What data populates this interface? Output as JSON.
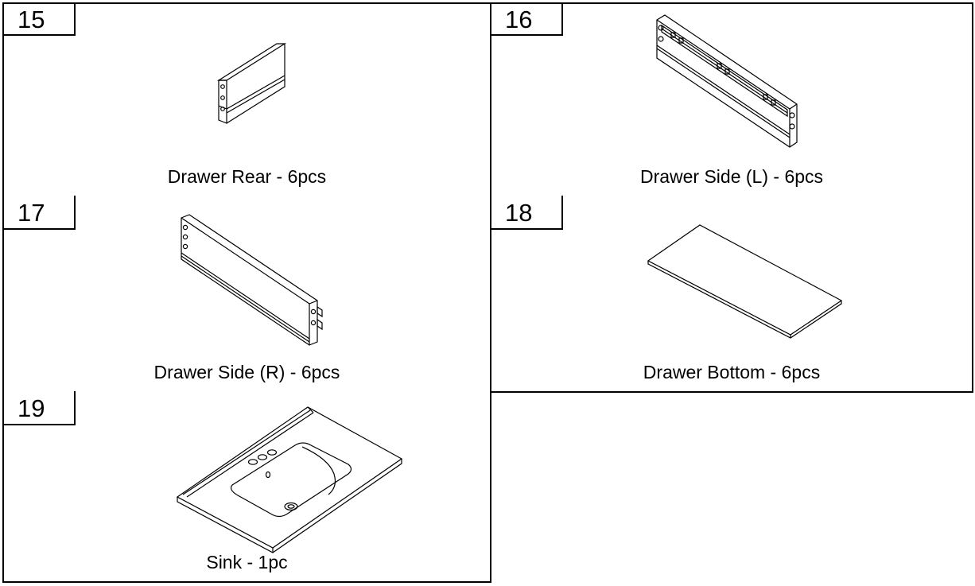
{
  "parts": [
    {
      "number": "15",
      "label": "Drawer Rear - 6pcs"
    },
    {
      "number": "16",
      "label": "Drawer Side (L) - 6pcs"
    },
    {
      "number": "17",
      "label": "Drawer Side (R) - 6pcs"
    },
    {
      "number": "18",
      "label": "Drawer Bottom - 6pcs"
    },
    {
      "number": "19",
      "label": "Sink - 1pc"
    }
  ],
  "colors": {
    "line": "#000000",
    "background": "#ffffff"
  }
}
